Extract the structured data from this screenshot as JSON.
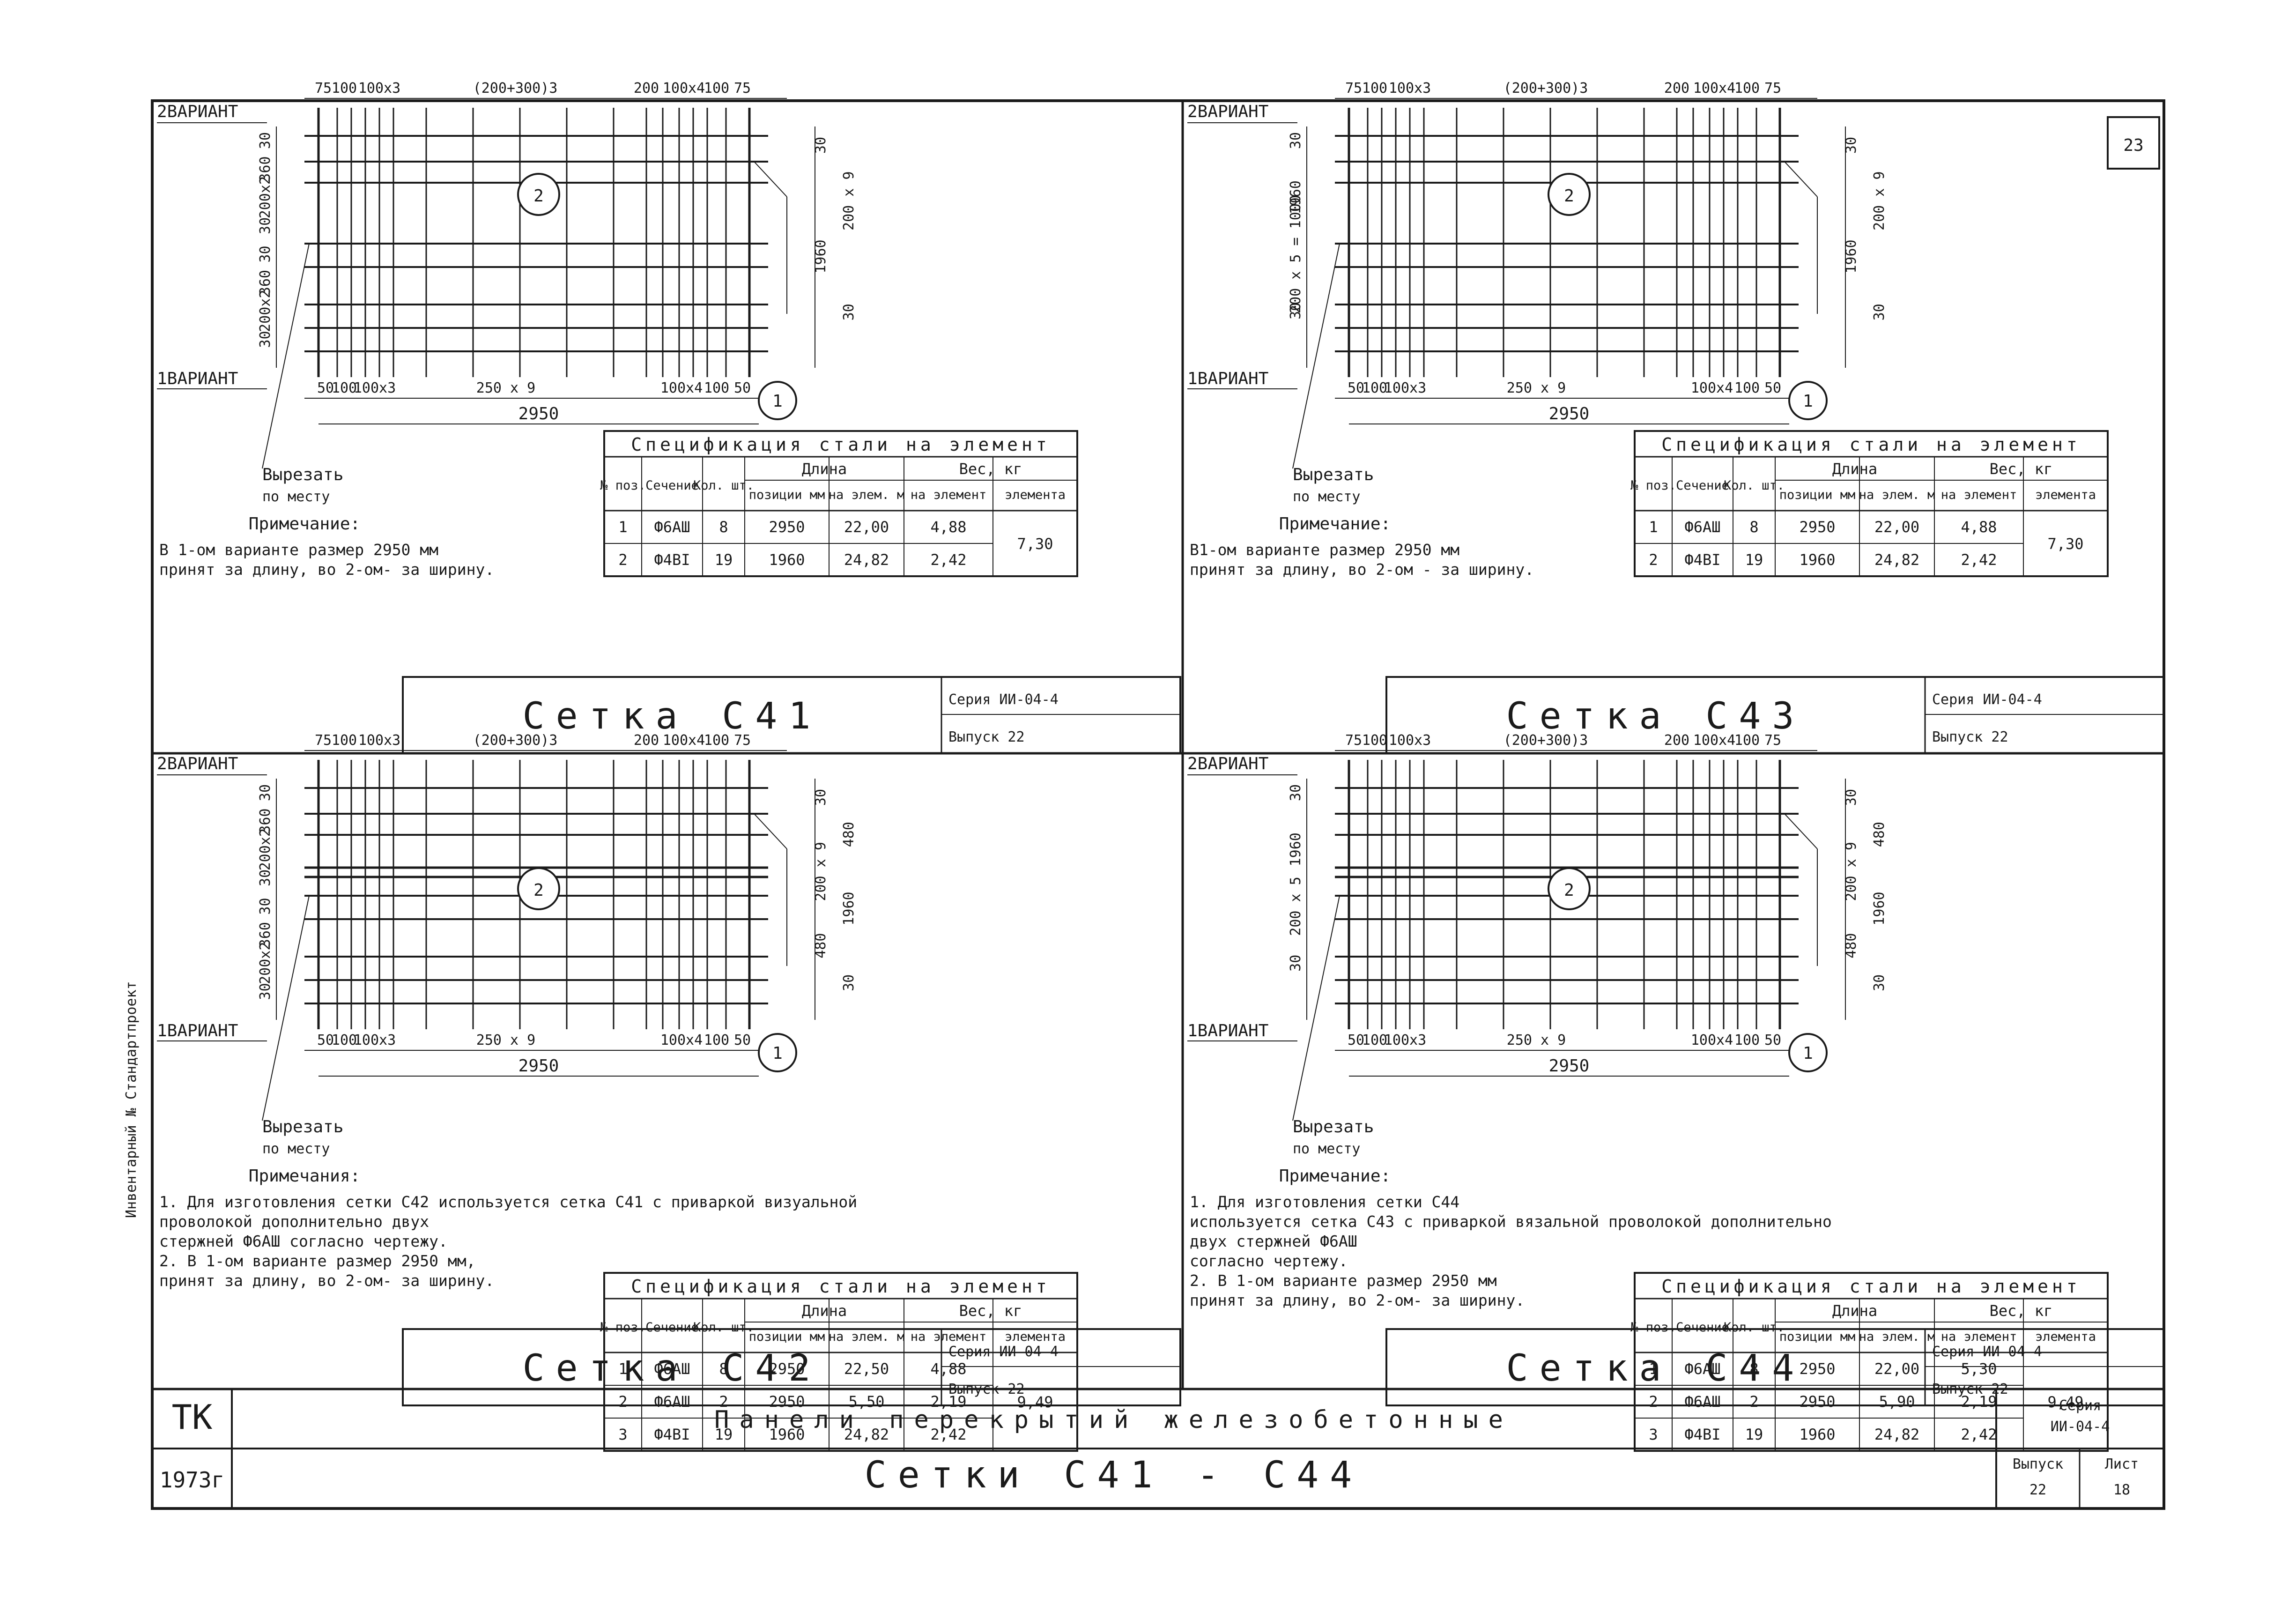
{
  "sheet_number": "23",
  "panels": {
    "c41": {
      "top_dims": [
        "75",
        "100",
        "100x3",
        "(200+300)3",
        "200",
        "100x4",
        "100",
        "75"
      ],
      "bottom_dims": [
        "50",
        "100",
        "100x3",
        "250 x 9",
        "100x4",
        "100",
        "50"
      ],
      "total_length": "2950",
      "left_dims": [
        "30",
        "360",
        "200x2",
        "30",
        "30",
        "360",
        "200x2",
        "30"
      ],
      "right_dims": [
        "30",
        "200 x 9",
        "1960",
        "30"
      ],
      "variant2_label": "2ВАРИАНТ",
      "variant1_label": "1ВАРИАНТ",
      "pos1": "1",
      "pos2": "2",
      "cut_label": "Вырезать",
      "cut_label2": "по месту",
      "note_title": "Примечание:",
      "notes": [
        "В 1-ом варианте размер 2950 мм",
        "принят за длину, во 2-ом- за ширину."
      ],
      "spec": {
        "title": "Спецификация стали на элемент",
        "h_pos": "№ поз.",
        "h_section": "Сечение",
        "h_qty": "Кол. шт.",
        "h_length": "Длина",
        "h_length_pos": "позиции мм",
        "h_length_el": "на элем. м",
        "h_weight": "Вес, кг",
        "h_weight_el": "на элемент",
        "h_weight_total": "элемента",
        "rows": [
          {
            "pos": "1",
            "section": "Ф6АШ",
            "qty": "8",
            "len_pos": "2950",
            "len_el": "22,00",
            "w_el": "4,88",
            "w_total": "7,30"
          },
          {
            "pos": "2",
            "section": "Ф4ВI",
            "qty": "19",
            "len_pos": "1960",
            "len_el": "24,82",
            "w_el": "2,42",
            "w_total": ""
          }
        ]
      },
      "title_label": "Сетка С41",
      "series": "Серия ИИ-04-4",
      "issue": "Выпуск 22"
    },
    "c43": {
      "top_dims": [
        "75",
        "100",
        "100x3",
        "(200+300)3",
        "200",
        "100x4",
        "100",
        "75"
      ],
      "bottom_dims": [
        "50",
        "100",
        "100x3",
        "250 x 9",
        "100x4",
        "100",
        "50"
      ],
      "total_length": "2950",
      "left_dims": [
        "30",
        "1960",
        "200 x 5 = 1000",
        "30"
      ],
      "right_dims": [
        "30",
        "200 x 9",
        "1960",
        "30"
      ],
      "variant2_label": "2ВАРИАНТ",
      "variant1_label": "1ВАРИАНТ",
      "pos1": "1",
      "pos2": "2",
      "cut_label": "Вырезать",
      "cut_label2": "по месту",
      "note_title": "Примечание:",
      "notes": [
        "В1-ом варианте размер 2950 мм",
        "принят за длину, во 2-ом - за ширину."
      ],
      "spec": {
        "title": "Спецификация стали на элемент",
        "h_pos": "№ поз.",
        "h_section": "Сечение",
        "h_qty": "Кол. шт.",
        "h_length": "Длина",
        "h_length_pos": "позиции мм",
        "h_length_el": "на элем. м",
        "h_weight": "Вес, кг",
        "h_weight_el": "на элемент",
        "h_weight_total": "элемента",
        "rows": [
          {
            "pos": "1",
            "section": "Ф6АШ",
            "qty": "8",
            "len_pos": "2950",
            "len_el": "22,00",
            "w_el": "4,88",
            "w_total": "7,30"
          },
          {
            "pos": "2",
            "section": "Ф4ВI",
            "qty": "19",
            "len_pos": "1960",
            "len_el": "24,82",
            "w_el": "2,42",
            "w_total": ""
          }
        ]
      },
      "title_label": "Сетка С43",
      "series": "Серия ИИ-04-4",
      "issue": "Выпуск 22"
    },
    "c42": {
      "top_dims": [
        "75",
        "100",
        "100x3",
        "(200+300)3",
        "200",
        "100x4",
        "100",
        "75"
      ],
      "bottom_dims": [
        "50",
        "100",
        "100x3",
        "250 x 9",
        "100x4",
        "100",
        "50"
      ],
      "total_length": "2950",
      "left_dims": [
        "30",
        "360",
        "200x2",
        "30",
        "30",
        "360",
        "200x2",
        "30"
      ],
      "right_dims": [
        "30",
        "480",
        "200 x 9",
        "1960",
        "480",
        "30"
      ],
      "variant2_label": "2ВАРИАНТ",
      "variant1_label": "1ВАРИАНТ",
      "pos1": "1",
      "pos2": "2",
      "cut_label": "Вырезать",
      "cut_label2": "по месту",
      "note_title": "Примечания:",
      "notes": [
        "1. Для изготовления сетки С42 используется сетка С41 с приваркой визуальной",
        "проволокой дополнительно двух",
        "стержней Ф6АШ согласно чертежу.",
        "2. В 1-ом варианте размер 2950 мм,",
        "принят за длину, во 2-ом- за ширину."
      ],
      "spec": {
        "title": "Спецификация стали на элемент",
        "h_pos": "№ поз.",
        "h_section": "Сечение",
        "h_qty": "Кол. шт.",
        "h_length": "Длина",
        "h_length_pos": "позиции мм",
        "h_length_el": "на элем. м",
        "h_weight": "Вес, кг",
        "h_weight_el": "на элемент",
        "h_weight_total": "элемента",
        "rows": [
          {
            "pos": "1",
            "section": "Ф6АШ",
            "qty": "8",
            "len_pos": "2950",
            "len_el": "22,50",
            "w_el": "4,88",
            "w_total": "9,49"
          },
          {
            "pos": "2",
            "section": "Ф6АШ",
            "qty": "2",
            "len_pos": "2950",
            "len_el": "5,50",
            "w_el": "2,19",
            "w_total": ""
          },
          {
            "pos": "3",
            "section": "Ф4ВI",
            "qty": "19",
            "len_pos": "1960",
            "len_el": "24,82",
            "w_el": "2,42",
            "w_total": ""
          }
        ]
      },
      "title_label": "Сетка С42",
      "series": "Серия ИИ-04-4",
      "issue": "Выпуск 22"
    },
    "c44": {
      "top_dims": [
        "75",
        "100",
        "100x3",
        "(200+300)3",
        "200",
        "100x4",
        "100",
        "75"
      ],
      "bottom_dims": [
        "50",
        "100",
        "100x3",
        "250 x 9",
        "100x4",
        "100",
        "50"
      ],
      "total_length": "2950",
      "left_dims": [
        "30",
        "1960",
        "200 x 5",
        "30"
      ],
      "right_dims": [
        "30",
        "480",
        "200 x 9",
        "1960",
        "480",
        "30"
      ],
      "variant2_label": "2ВАРИАНТ",
      "variant1_label": "1ВАРИАНТ",
      "pos1": "1",
      "pos2": "2",
      "cut_label": "Вырезать",
      "cut_label2": "по месту",
      "note_title": "Примечание:",
      "notes": [
        "1. Для изготовления сетки С44",
        "используется сетка С43 с приваркой вязальной проволокой дополнительно",
        "двух стержней Ф6АШ",
        "согласно чертежу.",
        "2. В 1-ом варианте размер 2950 мм",
        "принят за длину, во 2-ом- за ширину."
      ],
      "spec": {
        "title": "Спецификация стали на элемент",
        "h_pos": "№ поз.",
        "h_section": "Сечение",
        "h_qty": "Кол. шт.",
        "h_length": "Длина",
        "h_length_pos": "позиции мм",
        "h_length_el": "на элем. м",
        "h_weight": "Вес, кг",
        "h_weight_el": "на элемент",
        "h_weight_total": "элемента",
        "rows": [
          {
            "pos": "1",
            "section": "Ф6АШ",
            "qty": "8",
            "len_pos": "2950",
            "len_el": "22,00",
            "w_el": "5,30",
            "w_total": "9,49"
          },
          {
            "pos": "2",
            "section": "Ф6АШ",
            "qty": "2",
            "len_pos": "2950",
            "len_el": "5,90",
            "w_el": "2,19",
            "w_total": ""
          },
          {
            "pos": "3",
            "section": "Ф4ВI",
            "qty": "19",
            "len_pos": "1960",
            "len_el": "24,82",
            "w_el": "2,42",
            "w_total": ""
          }
        ]
      },
      "title_label": "Сетка С44",
      "series": "Серия ИИ-04-4",
      "issue": "Выпуск 22"
    }
  },
  "title_block": {
    "org": "ТК",
    "year": "1973г",
    "title": "Панели перекрытий железобетонные",
    "subtitle": "Сетки С41 - С44",
    "series_label": "Серия",
    "series_value": "ИИ-04-4",
    "issue_label": "Выпуск",
    "issue_value": "22",
    "sheet_label": "Лист",
    "sheet_value": "18"
  },
  "margin_stamp": "Инвентарный № Стандартпроект"
}
